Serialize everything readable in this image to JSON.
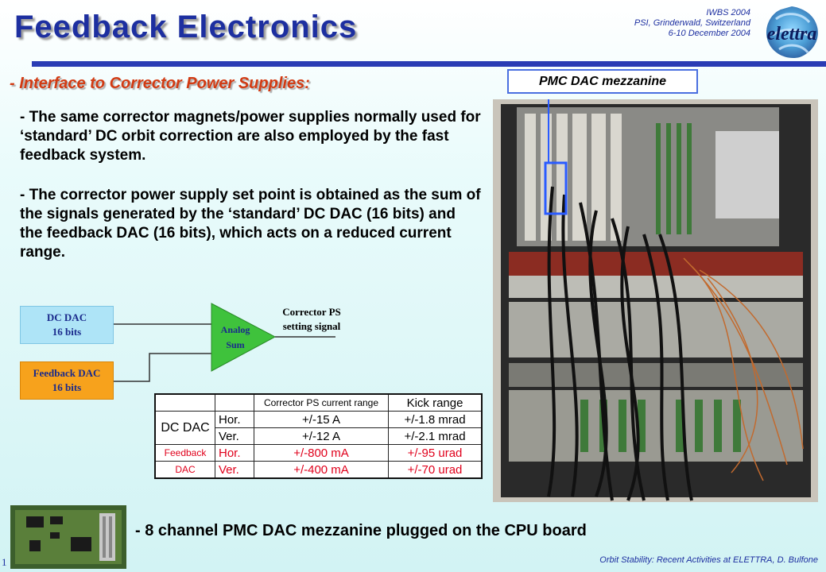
{
  "header": {
    "title": "Feedback Electronics",
    "conference": [
      "IWBS 2004",
      "PSI, Grinderwald, Switzerland",
      "6-10 December 2004"
    ],
    "logo_text": "elettra"
  },
  "subtitle": "- Interface to Corrector Power Supplies:",
  "paragraphs": [
    "- The same corrector magnets/power supplies normally used for ‘standard’ DC orbit correction are also employed by the fast feedback system.",
    "- The corrector power supply set point is obtained as the sum of the signals generated by the ‘standard’ DC DAC (16 bits) and the feedback DAC (16 bits), which acts on a reduced current range."
  ],
  "photo_label": "PMC DAC mezzanine",
  "diagram": {
    "dc_dac": {
      "line1": "DC DAC",
      "line2": "16 bits"
    },
    "feedback_dac": {
      "line1": "Feedback DAC",
      "line2": "16 bits"
    },
    "sum": {
      "line1": "Analog",
      "line2": "Sum"
    },
    "output": {
      "line1": "Corrector PS",
      "line2": "setting signal"
    }
  },
  "table": {
    "headers": [
      "Corrector PS current range",
      "Kick range"
    ],
    "rows": [
      {
        "group": "DC DAC",
        "plane": "Hor.",
        "current": "+/-15 A",
        "kick": "+/-1.8 mrad"
      },
      {
        "plane": "Ver.",
        "current": "+/-12 A",
        "kick": "+/-2.1 mrad"
      },
      {
        "group": "Feedback",
        "plane": "Hor.",
        "current": "+/-800 mA",
        "kick": "+/-95 urad"
      },
      {
        "group": "DAC",
        "plane": "Ver.",
        "current": "+/-400 mA",
        "kick": "+/-70 urad"
      }
    ]
  },
  "caption": "- 8 channel PMC DAC mezzanine plugged on the CPU board",
  "footer": "Orbit Stability: Recent Activities at ELETTRA, D. Bulfone",
  "slide_number": "1",
  "colors": {
    "title": "#1d2fa0",
    "subtitle": "#d23a12",
    "rule": "#2a3cb4",
    "dc_dac_box": "#aee4f7",
    "feedback_dac_box": "#f7a21c",
    "sum_triangle": "#3fc23c",
    "feedback_rows_text": "#e0001b"
  }
}
